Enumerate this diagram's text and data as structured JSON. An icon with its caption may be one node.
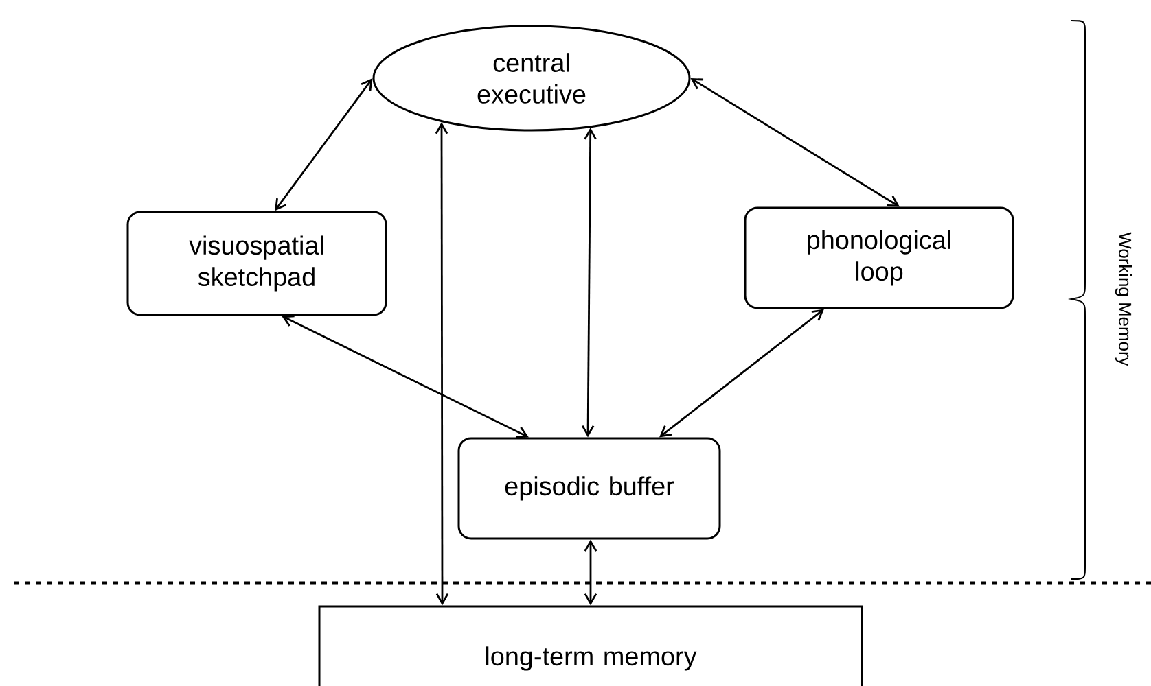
{
  "diagram": {
    "nodes": [
      {
        "text": [
          "central executive"
        ]
      },
      {
        "text": [
          "visuospatial sketchpad"
        ]
      },
      {
        "text": [
          "phonological loop"
        ]
      },
      {
        "text": [
          "episodic buffer"
        ]
      },
      {
        "text": [
          "long-term memory"
        ]
      }
    ],
    "edges": [
      {
        "from": 0,
        "to": 1,
        "arrow": "both"
      },
      {
        "from": 0,
        "to": 2,
        "arrow": "both"
      },
      {
        "from": 0,
        "to": 3,
        "arrow": "both"
      },
      {
        "from": 0,
        "to": 4,
        "arrow": "both"
      },
      {
        "from": 1,
        "to": 3,
        "arrow": "both"
      },
      {
        "from": 2,
        "to": 3,
        "arrow": "both"
      },
      {
        "from": 3,
        "to": 4,
        "arrow": "both"
      }
    ],
    "labels": [
      "Working Memory"
    ]
  }
}
